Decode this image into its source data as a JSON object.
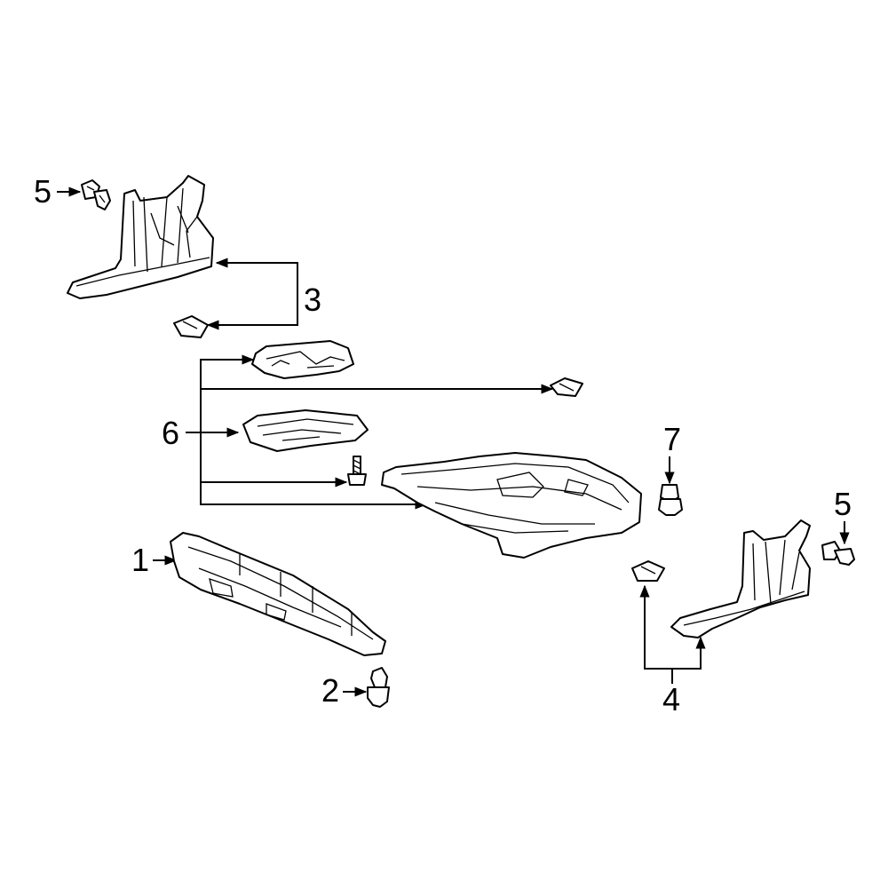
{
  "diagram": {
    "callouts": {
      "c1": "1",
      "c2": "2",
      "c3": "3",
      "c4": "4",
      "c5_left": "5",
      "c5_right": "5",
      "c6": "6",
      "c7": "7"
    },
    "parts": [
      {
        "name": "lower-cover",
        "callout": "1"
      },
      {
        "name": "push-clip",
        "callout": "2"
      },
      {
        "name": "left-side-splash-shield",
        "callout": "3"
      },
      {
        "name": "right-side-splash-shield",
        "callout": "4"
      },
      {
        "name": "clip",
        "callout": "5"
      },
      {
        "name": "engine-splash-shield",
        "callout": "6"
      },
      {
        "name": "retainer",
        "callout": "7"
      }
    ]
  }
}
